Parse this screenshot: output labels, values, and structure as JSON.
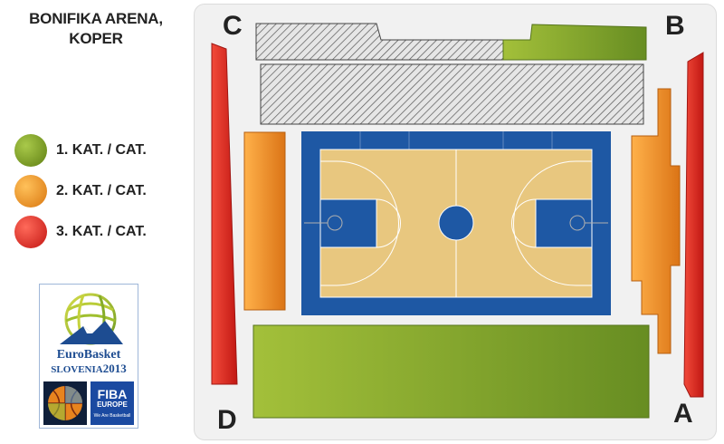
{
  "venue": {
    "title_line1": "BONIFIKA ARENA,",
    "title_line2": "KOPER"
  },
  "legend": [
    {
      "label": "1. KAT. / CAT.",
      "color": "#7ea12a"
    },
    {
      "label": "2. KAT. / CAT.",
      "color": "#ee9320"
    },
    {
      "label": "3. KAT. / CAT.",
      "color": "#e12a22"
    }
  ],
  "logo": {
    "wordmark": "EuroBasket",
    "country": "SLOVENIA",
    "year": "2013",
    "fiba_name": "FIBA",
    "fiba_region": "EUROPE",
    "fiba_tagline": "We Are Basketball"
  },
  "corners": {
    "a": "A",
    "b": "B",
    "c": "C",
    "d": "D"
  },
  "colors": {
    "cat1": "#7ea12a",
    "cat2": "#ee9320",
    "cat3": "#e12a22",
    "court_blue": "#1e58a4",
    "court_wood": "#e8c77f",
    "closed_section": "#cfcfcf"
  }
}
